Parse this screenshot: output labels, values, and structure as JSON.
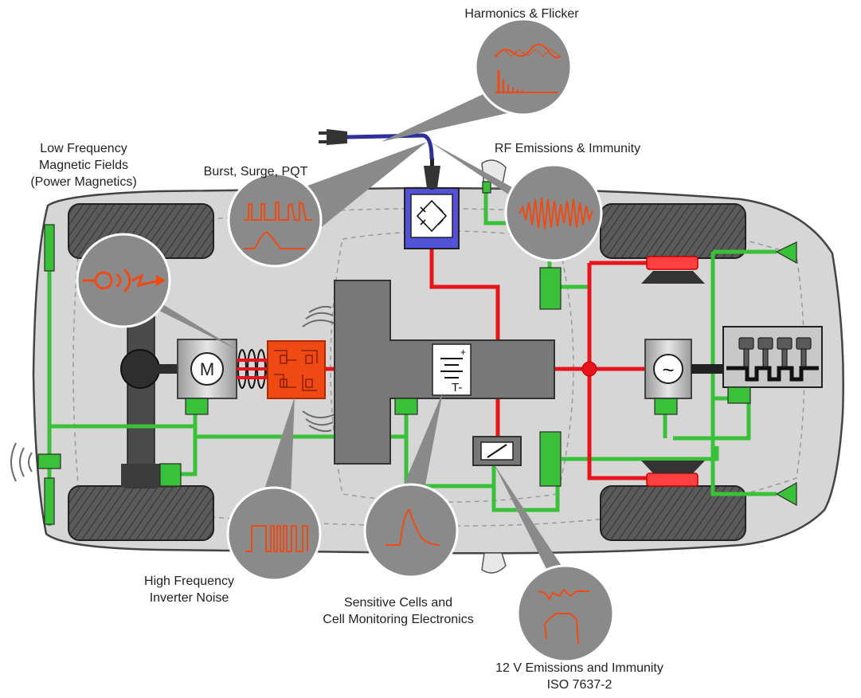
{
  "labels": {
    "harmonics": "Harmonics & Flicker",
    "rf": "RF Emissions & Immunity",
    "burst": "Burst, Surge, PQT",
    "low_freq": [
      "Low Frequency",
      "Magnetic Fields",
      "(Power Magnetics)"
    ],
    "hf_inverter": [
      "High Frequency",
      "Inverter Noise"
    ],
    "cells": [
      "Sensitive Cells and",
      "Cell Monitoring Electronics"
    ],
    "twelve_v": [
      "12 V Emissions and Immunity",
      "ISO 7637-2"
    ]
  },
  "symbols": {
    "motor": "M",
    "generator": "~",
    "battery_plus": "+",
    "battery_minus": "T-"
  },
  "colors": {
    "hv_bus": "#e8141b",
    "lv_bus": "#39c13a",
    "grid_cable": "#2f2f9c",
    "bubble": "#8a8a8a",
    "waveform": "#f04a14",
    "body": "#d4d4d4",
    "chassis": "#8c8c8c"
  }
}
